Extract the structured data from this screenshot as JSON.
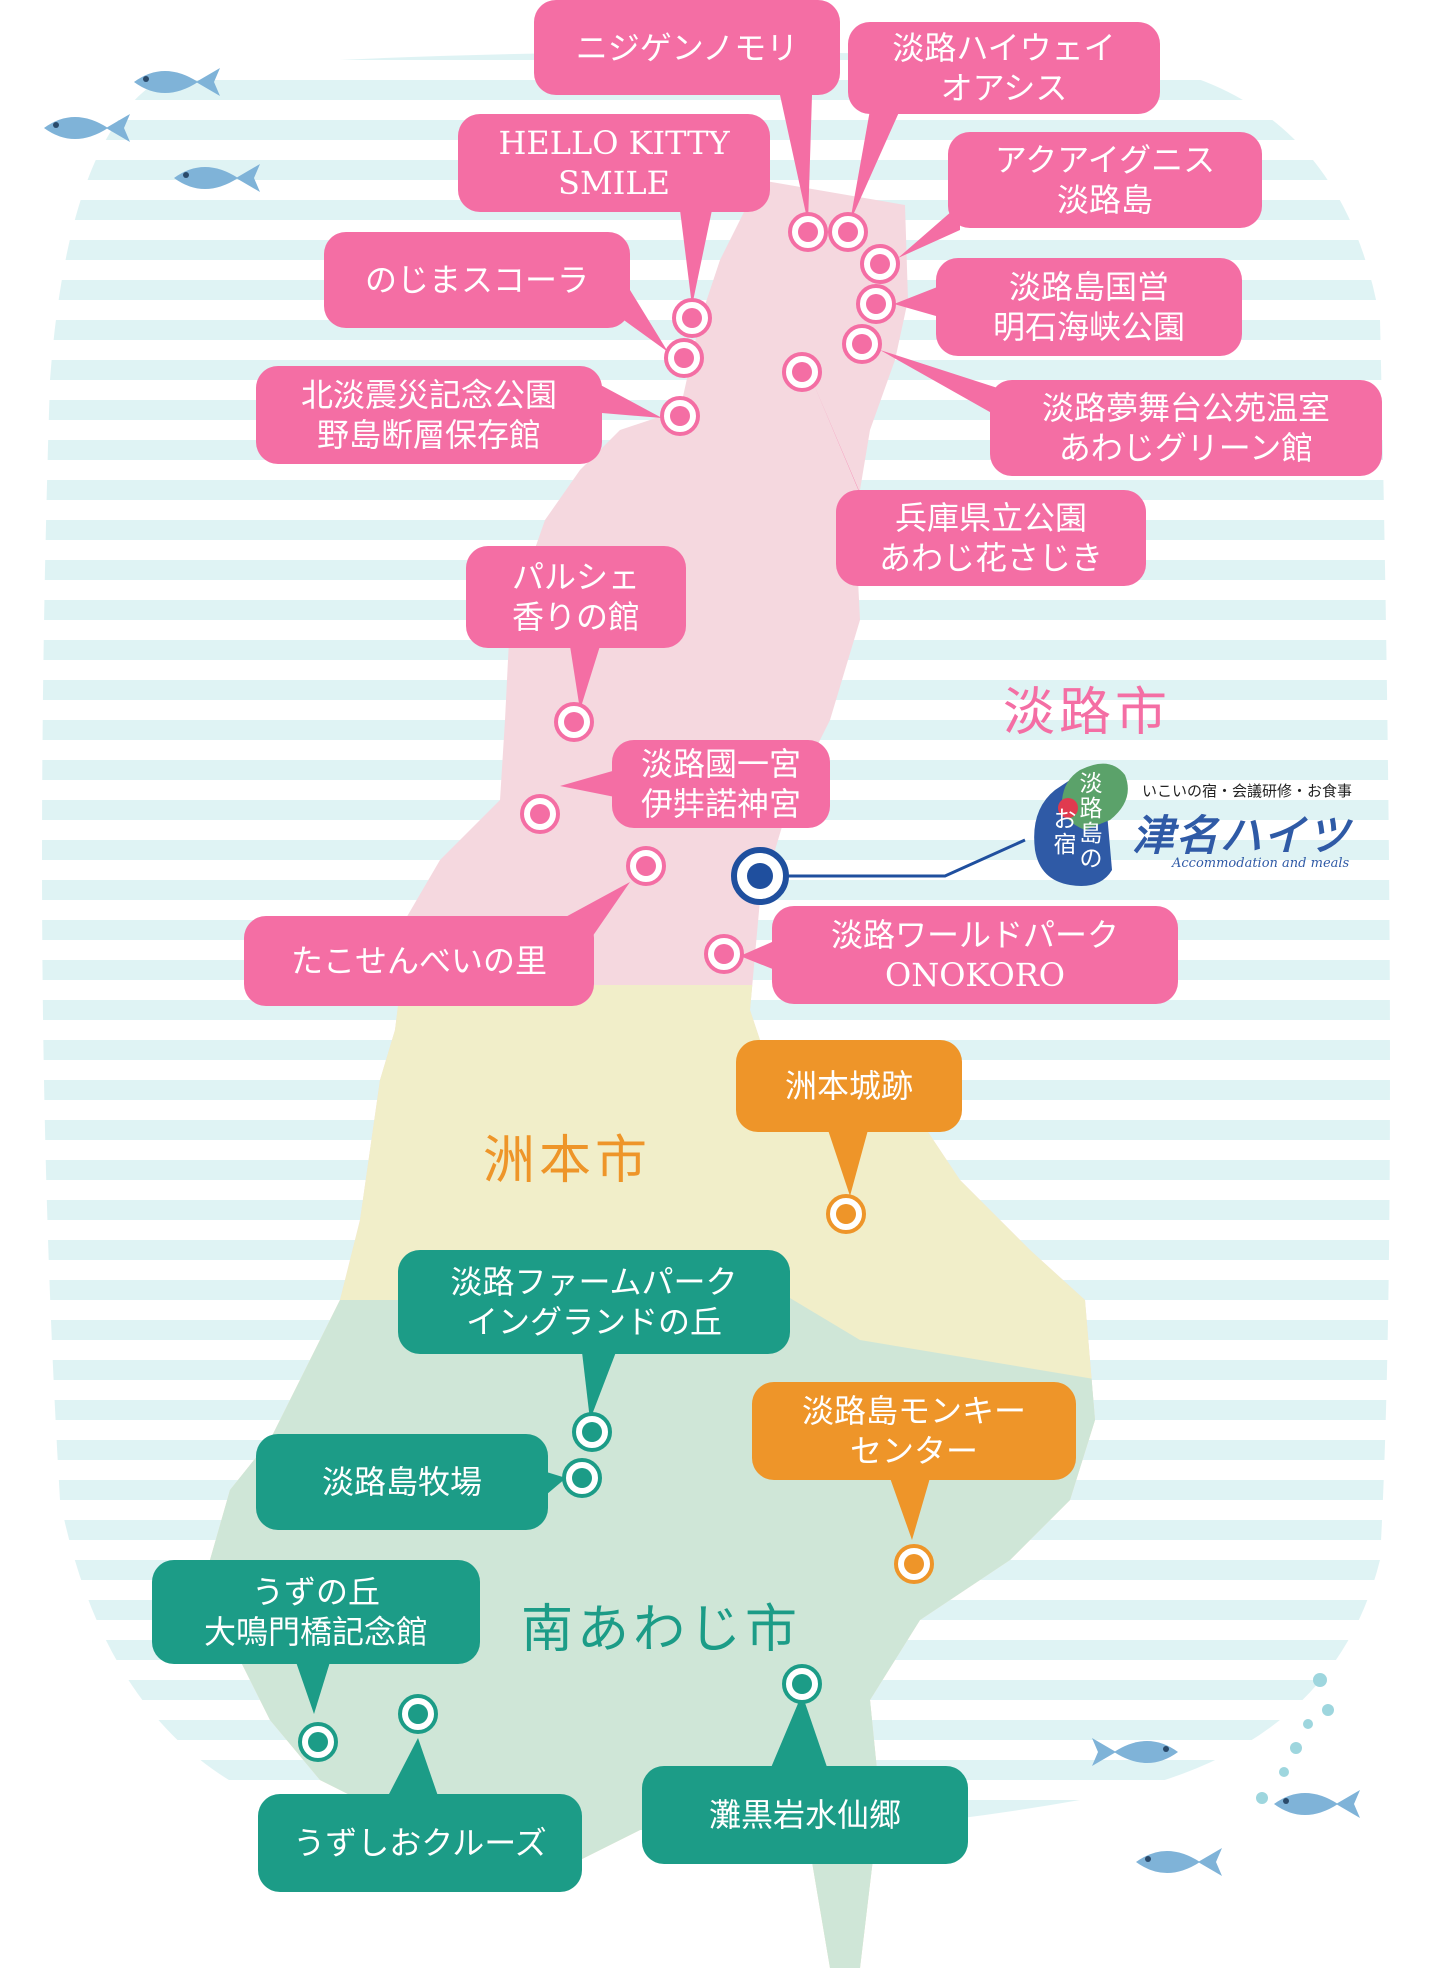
{
  "cities": {
    "awaji": {
      "label": "淡路市",
      "color": "#f46ea4"
    },
    "sumoto": {
      "label": "洲本市",
      "color": "#ee9529"
    },
    "minamiawaji": {
      "label": "南あわじ市",
      "color": "#1c9c87"
    }
  },
  "colors": {
    "awaji_region": "#f5d8df",
    "sumoto_region": "#f1eec9",
    "minamiawaji_region": "#cfe6d7",
    "sea_stripe": "#dff3f4",
    "hotel_marker": "#1f4f9e"
  },
  "spots": [
    {
      "id": "nijigen",
      "lines": [
        "ニジゲンノモリ"
      ],
      "group": "awaji"
    },
    {
      "id": "highway-oasis",
      "lines": [
        "淡路ハイウェイ",
        "オアシス"
      ],
      "group": "awaji"
    },
    {
      "id": "hello-kitty",
      "lines": [
        "HELLO KITTY",
        "SMILE"
      ],
      "group": "awaji"
    },
    {
      "id": "aqua-ignis",
      "lines": [
        "アクアイグニス",
        "淡路島"
      ],
      "group": "awaji"
    },
    {
      "id": "nojima-scuola",
      "lines": [
        "のじまスコーラ"
      ],
      "group": "awaji"
    },
    {
      "id": "akashi-kaikyo-park",
      "lines": [
        "淡路島国営",
        "明石海峡公園"
      ],
      "group": "awaji"
    },
    {
      "id": "hokudan-memorial",
      "lines": [
        "北淡震災記念公園",
        "野島断層保存館"
      ],
      "group": "awaji"
    },
    {
      "id": "yumebutai-greenhouse",
      "lines": [
        "淡路夢舞台公苑温室",
        "あわじグリーン館"
      ],
      "group": "awaji"
    },
    {
      "id": "hanasajiki",
      "lines": [
        "兵庫県立公園",
        "あわじ花さじき"
      ],
      "group": "awaji"
    },
    {
      "id": "parche",
      "lines": [
        "パルシェ",
        "香りの館"
      ],
      "group": "awaji"
    },
    {
      "id": "izanagi-shrine",
      "lines": [
        "淡路國一宮",
        "伊弉諾神宮"
      ],
      "group": "awaji"
    },
    {
      "id": "takosenbei",
      "lines": [
        "たこせんべいの里"
      ],
      "group": "awaji"
    },
    {
      "id": "onokoro",
      "lines": [
        "淡路ワールドパーク",
        "ONOKORO"
      ],
      "group": "awaji"
    },
    {
      "id": "sumoto-castle",
      "lines": [
        "洲本城跡"
      ],
      "group": "sumoto"
    },
    {
      "id": "monkey-center",
      "lines": [
        "淡路島モンキー",
        "センター"
      ],
      "group": "sumoto"
    },
    {
      "id": "farm-park",
      "lines": [
        "淡路ファームパーク",
        "イングランドの丘"
      ],
      "group": "minamiawaji"
    },
    {
      "id": "awaji-ranch",
      "lines": [
        "淡路島牧場"
      ],
      "group": "minamiawaji"
    },
    {
      "id": "uzunooka",
      "lines": [
        "うずの丘",
        "大鳴門橋記念館"
      ],
      "group": "minamiawaji"
    },
    {
      "id": "uzushio-cruise",
      "lines": [
        "うずしおクルーズ"
      ],
      "group": "minamiawaji"
    },
    {
      "id": "nadaguroiwa",
      "lines": [
        "灘黒岩水仙郷"
      ],
      "group": "minamiawaji"
    }
  ],
  "logo": {
    "tagline": "いこいの宿・会議研修・お食事",
    "name": "津名ハイツ",
    "english": "Accommodation and meals",
    "seal_col1": "淡路島の",
    "seal_col2": "お宿"
  }
}
